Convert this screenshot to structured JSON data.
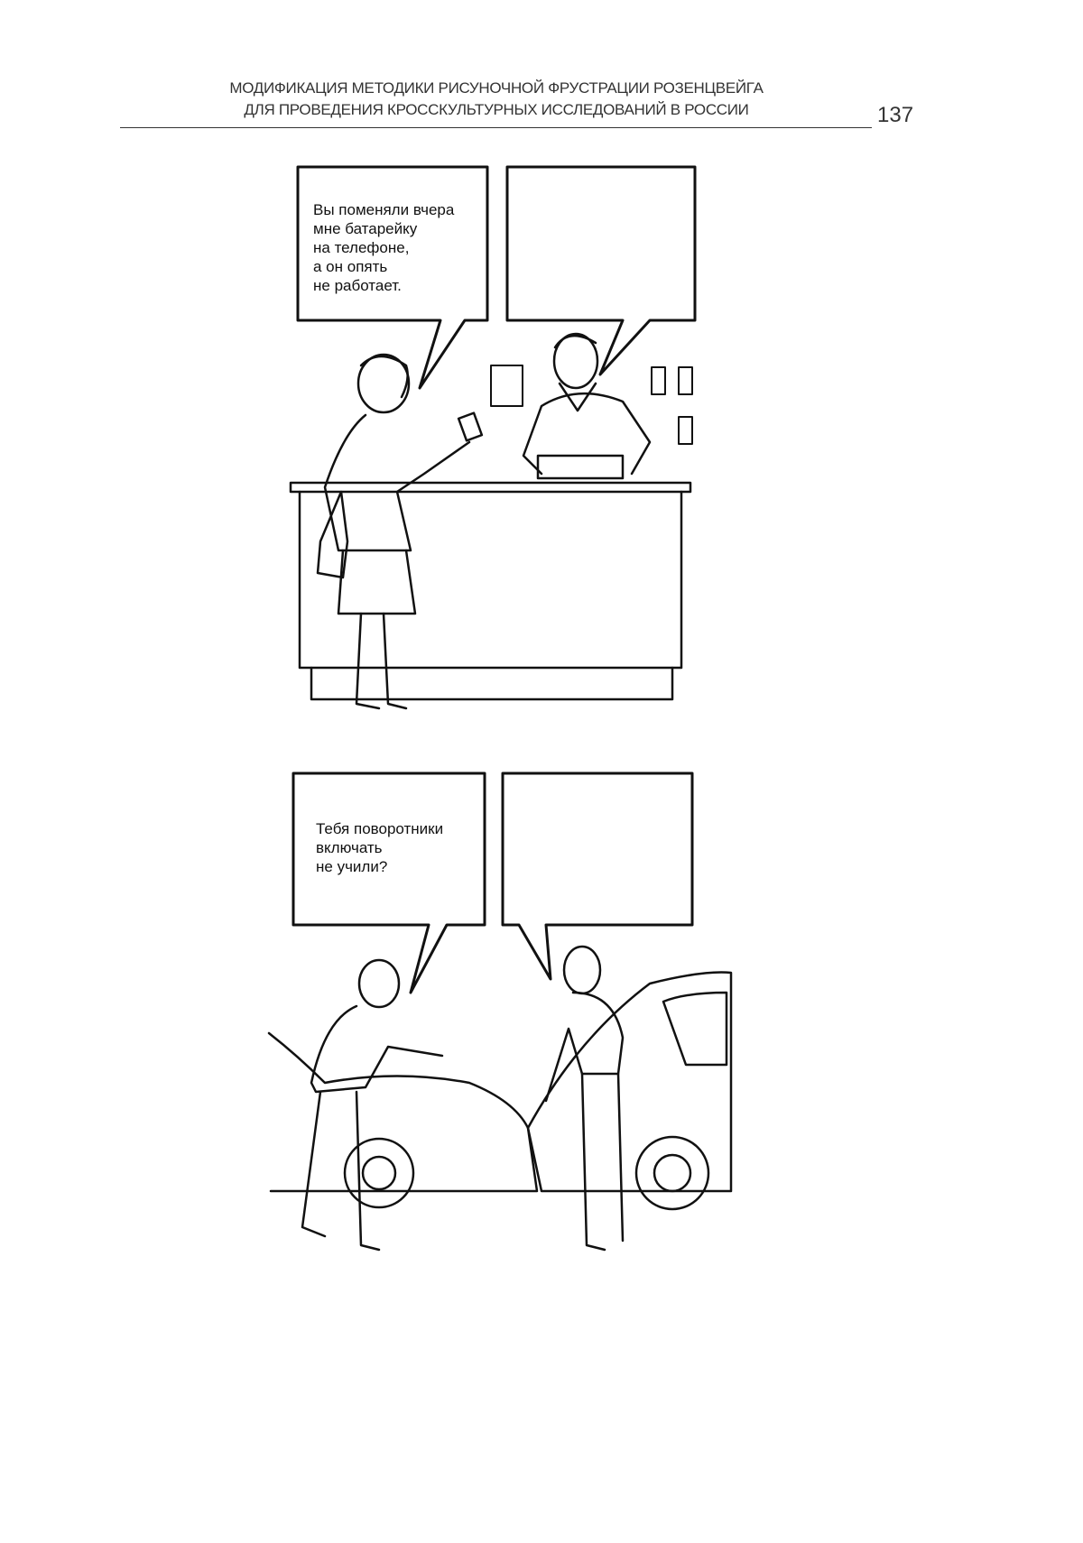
{
  "header": {
    "line1": "МОДИФИКАЦИЯ МЕТОДИКИ РИСУНОЧНОЙ ФРУСТРАЦИИ РОЗЕНЦВЕЙГА",
    "line2": "ДЛЯ ПРОВЕДЕНИЯ КРОССКУЛЬТУРНЫХ ИССЛЕДОВАНИЙ В РОССИИ",
    "page_number": "137"
  },
  "scenes": [
    {
      "speech": "Вы поменяли вчера\nмне батарейку\nна телефоне,\nа он опять\nне работает.",
      "reply": ""
    },
    {
      "speech": "Тебя поворотники\nвключать\nне учили?",
      "reply": ""
    }
  ]
}
